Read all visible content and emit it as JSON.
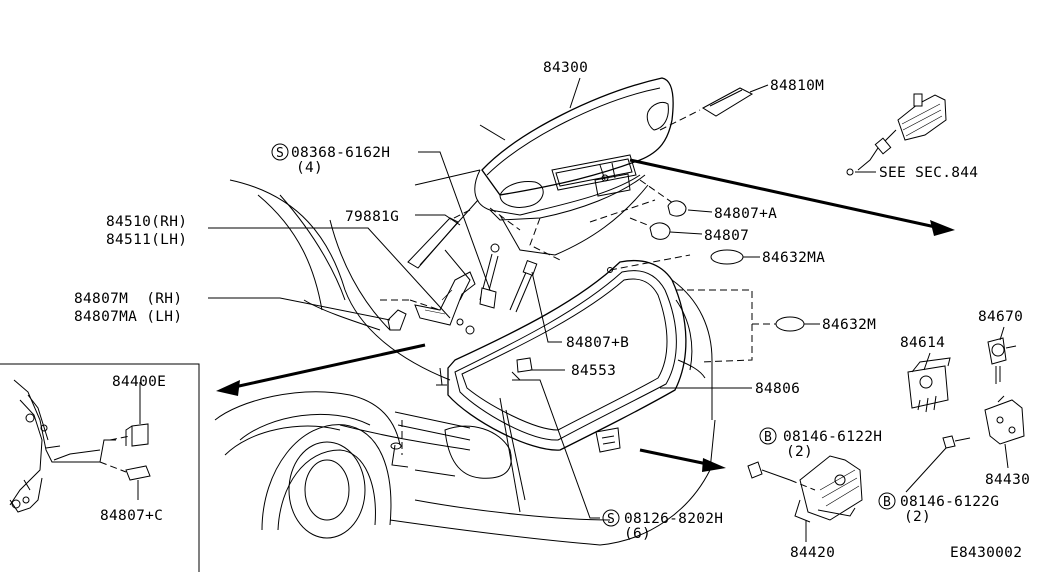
{
  "diagram": {
    "drawing_code": "E8430002",
    "labels": {
      "p84300": "84300",
      "p84810m": "84810M",
      "see_sec": "SEE SEC.844",
      "screw_s1_symbol": "S",
      "screw_s1_code": "08368-6162H",
      "screw_s1_qty": "(4)",
      "p84510": "84510(RH)",
      "p84511": "84511(LH)",
      "p79881g": "79881G",
      "p84807a": "84807+A",
      "p84807": "84807",
      "p84632ma": "84632MA",
      "p84807m": "84807M  (RH)",
      "p84807ma": "84807MA (LH)",
      "p84632m": "84632M",
      "p84807b": "84807+B",
      "p84553": "84553",
      "p84806": "84806",
      "p84400e": "84400E",
      "p84807c": "84807+C",
      "p84614": "84614",
      "p84670": "84670",
      "bolt_b1_symbol": "B",
      "bolt_b1_code": "08146-6122H",
      "bolt_b1_qty": "(2)",
      "p84430": "84430",
      "bolt_b2_symbol": "B",
      "bolt_b2_code": "08146-6122G",
      "bolt_b2_qty": "(2)",
      "screw_s2_symbol": "S",
      "screw_s2_code": "08126-8202H",
      "screw_s2_qty": "(6)",
      "p84420": "84420"
    }
  }
}
